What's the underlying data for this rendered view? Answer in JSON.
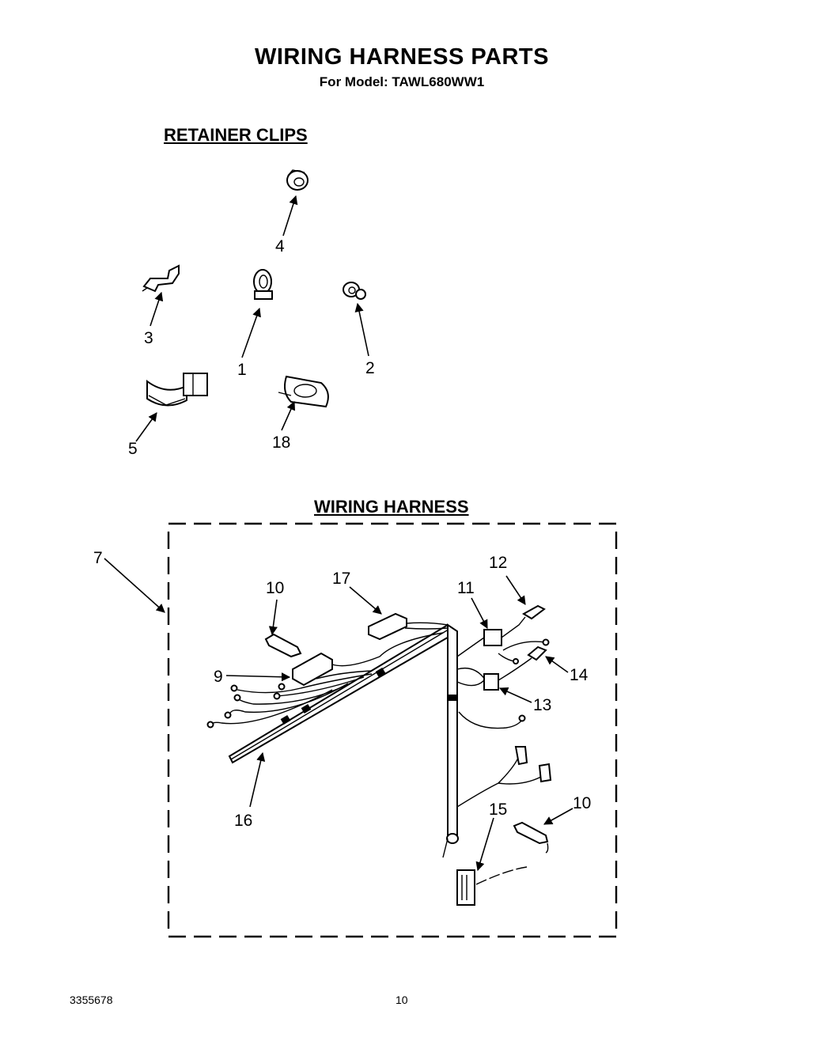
{
  "title": "WIRING HARNESS PARTS",
  "subtitle": "For Model: TAWL680WW1",
  "sections": {
    "retainer_clips": "RETAINER CLIPS",
    "wiring_harness": "WIRING HARNESS"
  },
  "callouts": {
    "c1": "1",
    "c2": "2",
    "c3": "3",
    "c4": "4",
    "c5": "5",
    "c7": "7",
    "c9": "9",
    "c10a": "10",
    "c10b": "10",
    "c11": "11",
    "c12": "12",
    "c13": "13",
    "c14": "14",
    "c15": "15",
    "c16": "16",
    "c17": "17",
    "c18": "18"
  },
  "footer": {
    "doc_number": "3355678",
    "page_number": "10"
  }
}
